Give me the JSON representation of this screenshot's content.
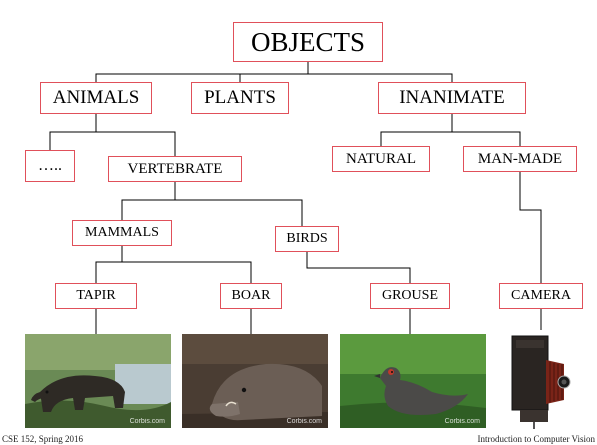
{
  "diagram": {
    "nodes": {
      "objects": "OBJECTS",
      "animals": "ANIMALS",
      "plants": "PLANTS",
      "inanimate": "INANIMATE",
      "ellipsis": "…..",
      "vertebrate": "VERTEBRATE",
      "natural": "NATURAL",
      "man_made": "MAN-MADE",
      "mammals": "MAMMALS",
      "birds": "BIRDS",
      "tapir": "TAPIR",
      "boar": "BOAR",
      "grouse": "GROUSE",
      "camera": "CAMERA"
    },
    "photos": {
      "tapir": {
        "watermark": "Corbis.com"
      },
      "boar": {
        "watermark": "Corbis.com"
      },
      "grouse": {
        "watermark": "Corbis.com"
      }
    }
  },
  "footer": {
    "left": "CSE 152, Spring 2016",
    "right": "Introduction to Computer Vision"
  },
  "colors": {
    "node_border": "#e0505a",
    "connector": "#000000"
  }
}
